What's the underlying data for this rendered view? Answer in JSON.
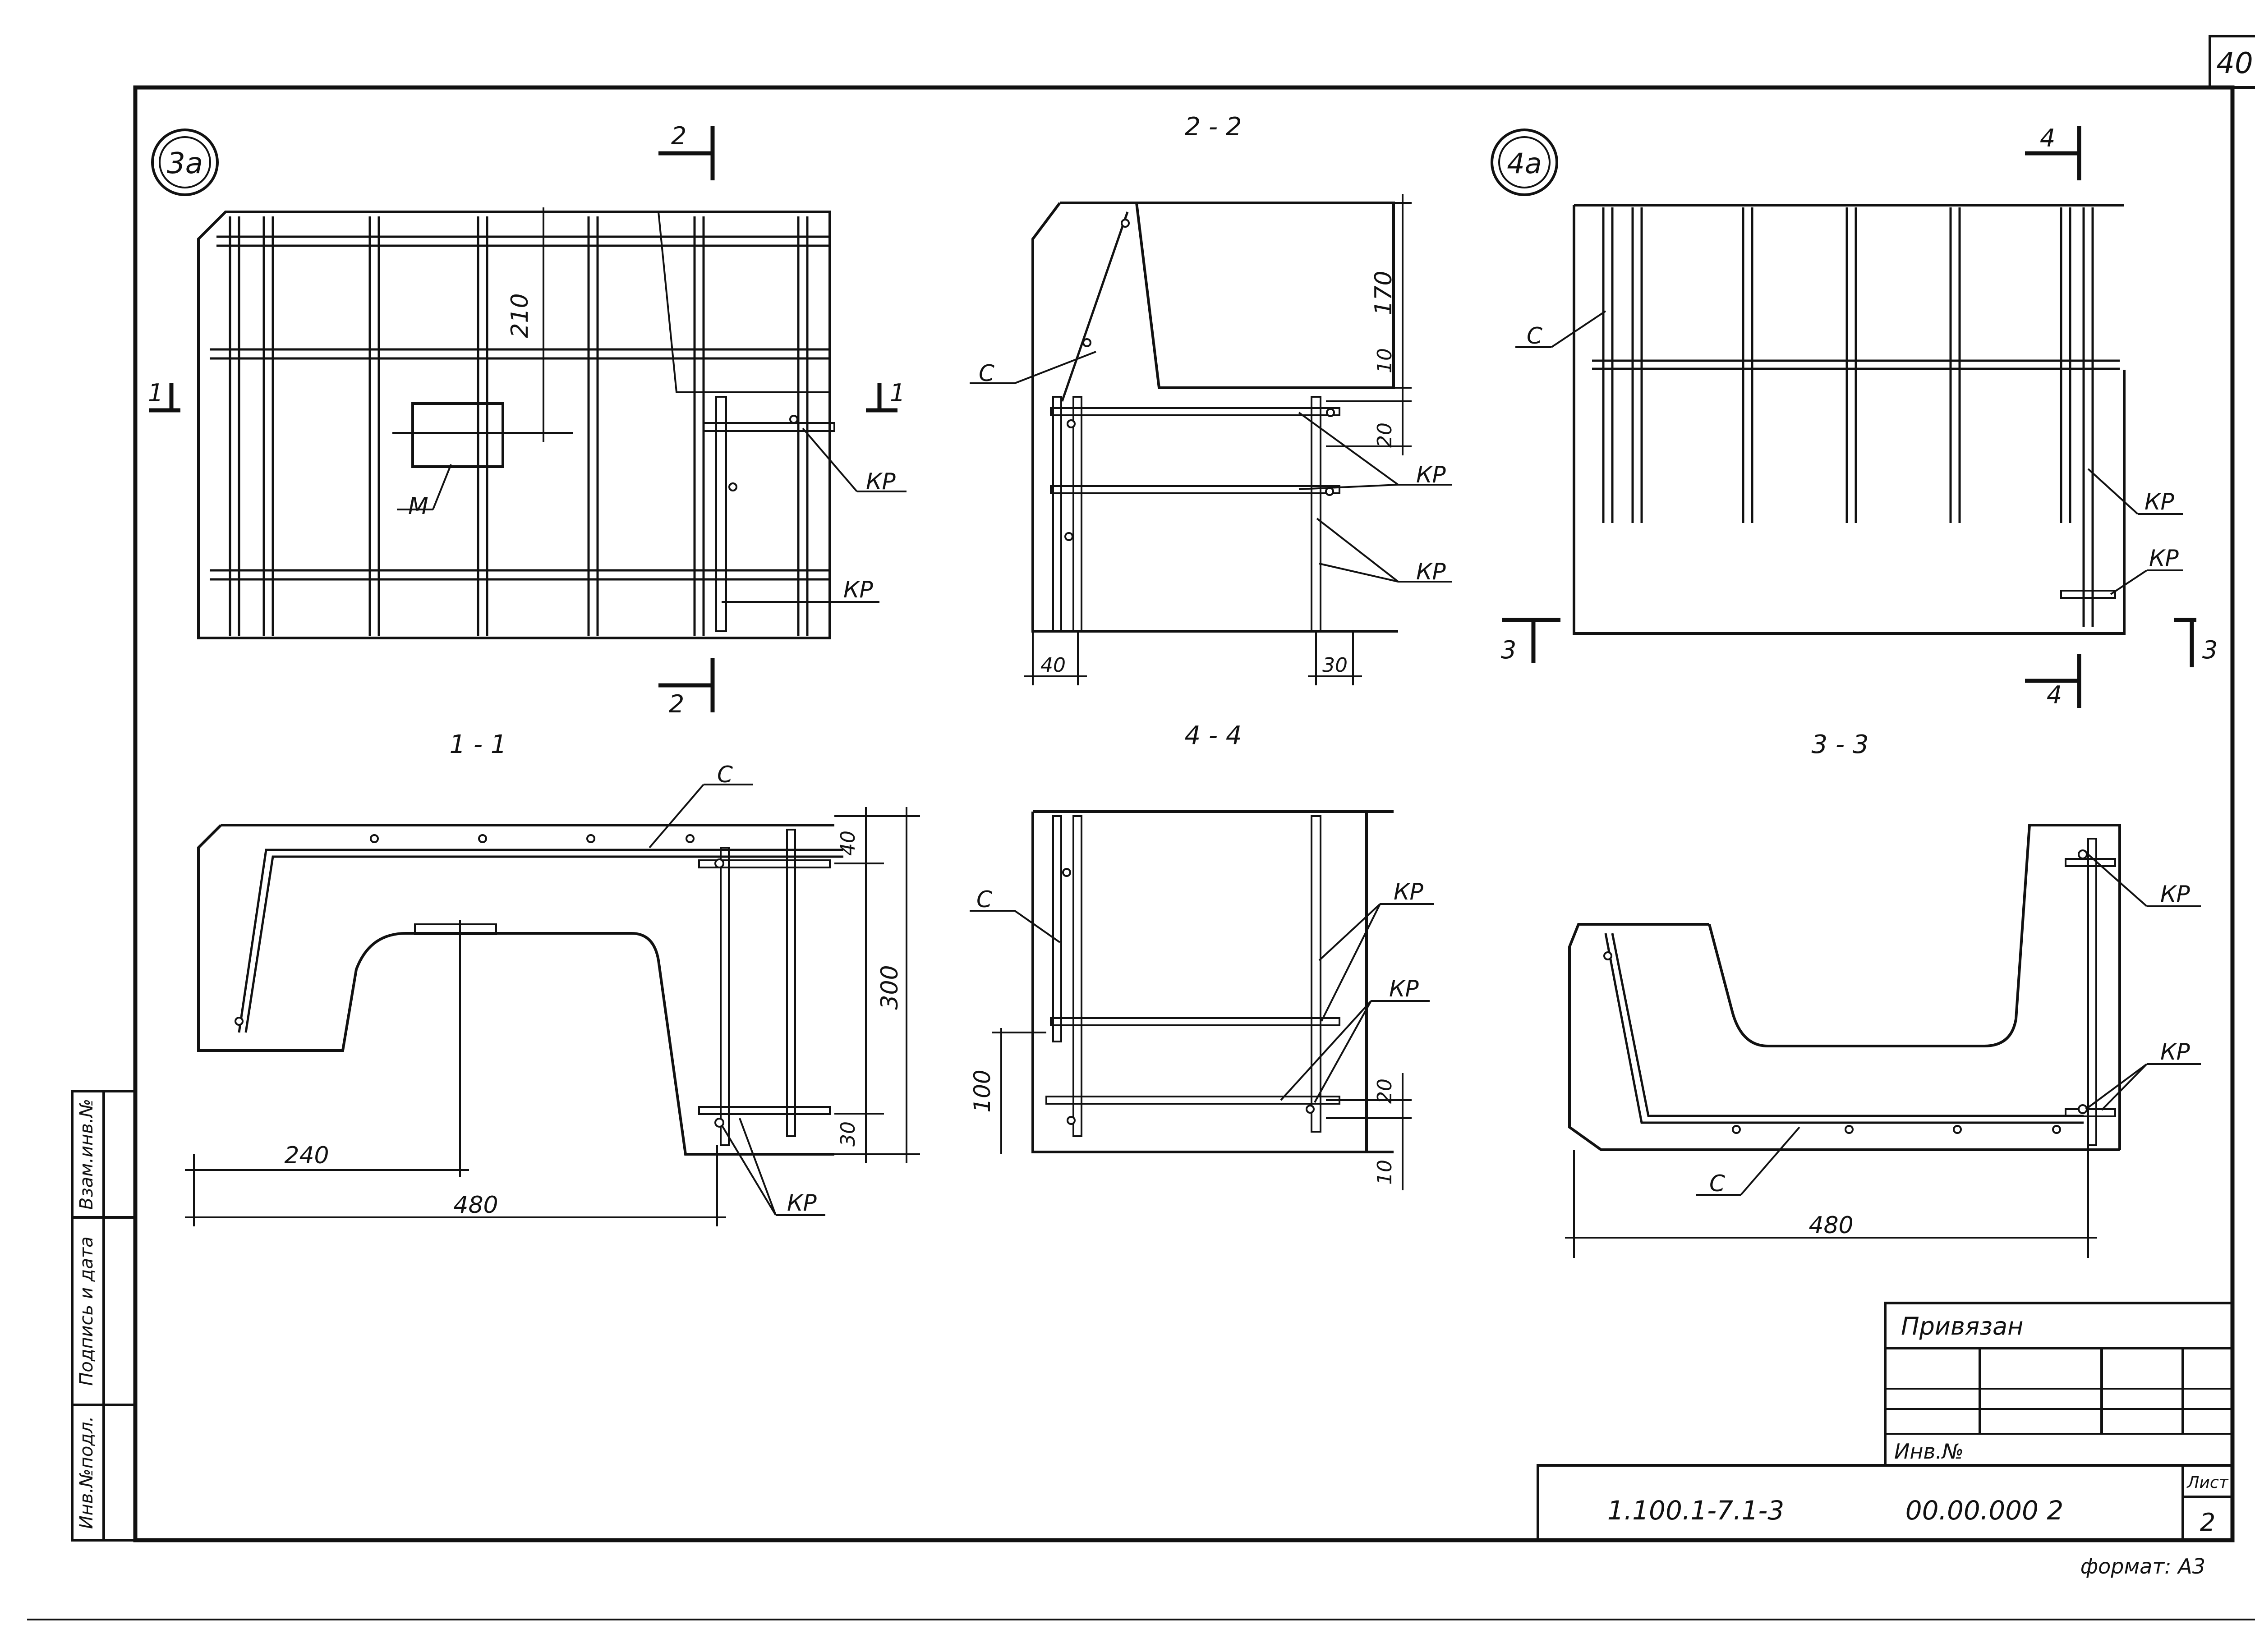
{
  "sheet": {
    "page_number": "40",
    "format_label": "формат: А3"
  },
  "views": {
    "node_3a": {
      "marker": "3а",
      "labels": {
        "m": "М",
        "kp1": "КР",
        "kp2": "КР"
      },
      "dims": {
        "d210": "210"
      },
      "cuts": {
        "c2_top": "2",
        "c2_bottom": "2",
        "c1_left": "1",
        "c1_right": "1"
      }
    },
    "section_2_2": {
      "title": "2 - 2",
      "labels": {
        "c": "С",
        "kp1": "КР",
        "kp2": "КР"
      },
      "dims": {
        "d170": "170",
        "d10": "10",
        "d20": "20",
        "d40": "40",
        "d30": "30"
      }
    },
    "node_4a": {
      "marker": "4а",
      "labels": {
        "c": "С",
        "kp1": "КР",
        "kp2": "КР"
      },
      "cuts": {
        "c4_top": "4",
        "c4_bottom": "4",
        "c3_left": "3",
        "c3_right": "3"
      }
    },
    "section_1_1": {
      "title": "1 - 1",
      "labels": {
        "c": "С",
        "kp": "КР"
      },
      "dims": {
        "d40": "40",
        "d300": "300",
        "d30": "30",
        "d240": "240",
        "d480": "480"
      }
    },
    "section_4_4": {
      "title": "4 - 4",
      "labels": {
        "c": "С",
        "kp1": "КР",
        "kp2": "КР"
      },
      "dims": {
        "d100": "100",
        "d20": "20",
        "d10": "10"
      }
    },
    "section_3_3": {
      "title": "3 - 3",
      "labels": {
        "c": "С",
        "kp1": "КР",
        "kp2": "КР"
      },
      "dims": {
        "d480": "480"
      }
    }
  },
  "side_stamp": {
    "col1": "Инв.№подл.",
    "col2": "Подпись и дата",
    "col3": "Взам.инв.№"
  },
  "title_block": {
    "privyazan": "Привязан",
    "inv_no": "Инв.№",
    "project_code": "1.100.1-7.1-3",
    "doc_code": "00.00.000 2",
    "sheet_label": "Лист",
    "sheet_number": "2"
  }
}
